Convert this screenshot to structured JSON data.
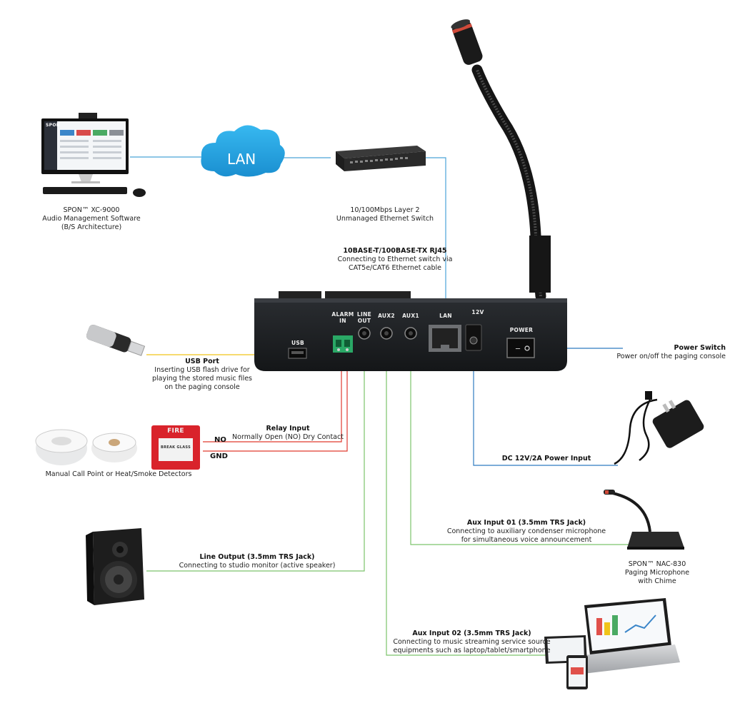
{
  "cloud": {
    "label": "LAN"
  },
  "software": {
    "line1": "SPON™ XC-9000",
    "line2": "Audio Management Software",
    "line3": "(B/S Architecture)"
  },
  "switch": {
    "line1": "10/100Mbps Layer 2",
    "line2": "Unmanaged Ethernet Switch"
  },
  "rj45": {
    "title": "10BASE-T/100BASE-TX RJ45",
    "line1": "Connecting to Ethernet switch via",
    "line2": "CAT5e/CAT6 Ethernet cable"
  },
  "panel": {
    "usb": "USB",
    "alarm": "ALARM",
    "in": "IN",
    "line": "LINE",
    "out": "OUT",
    "aux2": "AUX2",
    "aux1": "AUX1",
    "lan": "LAN",
    "v12": "12V",
    "power": "POWER"
  },
  "usb_port": {
    "title": "USB Port",
    "line1": "Inserting USB flash drive for",
    "line2": "playing the stored music files",
    "line3": "on the paging console"
  },
  "power_switch": {
    "title": "Power Switch",
    "line1": "Power on/off the paging console"
  },
  "relay": {
    "title": "Relay Input",
    "line1": "Normally Open (NO) Dry Contact",
    "no": "NO",
    "gnd": "GND"
  },
  "detectors": {
    "caption": "Manual Call Point or Heat/Smoke Detectors",
    "fire": "FIRE",
    "glass": "BREAK GLASS"
  },
  "dc": {
    "title": "DC 12V/2A Power Input"
  },
  "aux1_in": {
    "title": "Aux Input 01 (3.5mm TRS Jack)",
    "line1": "Connecting to auxiliary condenser microphone",
    "line2": "for simultaneous voice announcement"
  },
  "mic": {
    "line1": "SPON™ NAC-830",
    "line2": "Paging Microphone",
    "line3": "with Chime"
  },
  "line_out": {
    "title": "Line Output (3.5mm TRS Jack)",
    "line1": "Connecting to studio monitor (active speaker)"
  },
  "aux2_in": {
    "title": "Aux Input 02 (3.5mm TRS Jack)",
    "line1": "Connecting to music streaming service source",
    "line2": "equipments such as laptop/tablet/smartphone"
  },
  "screen": {
    "brand": "SPON"
  },
  "colors": {
    "blue": "#4aa3d8",
    "lan_blue": "#7ec8e6",
    "red": "#e03a2f",
    "green": "#7cc36c",
    "yellow": "#f0c419",
    "dark_blue": "#2f7bc0"
  }
}
